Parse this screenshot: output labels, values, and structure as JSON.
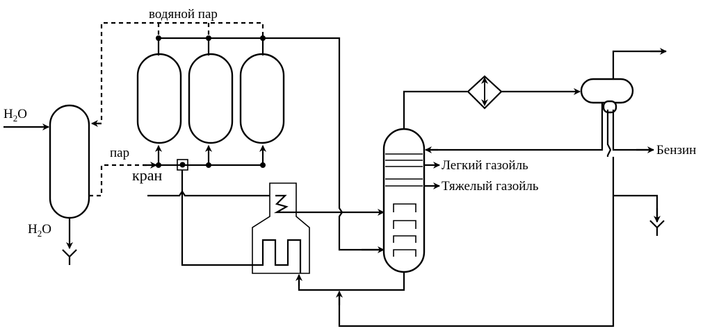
{
  "labels": {
    "water_in": "H",
    "water_in_sub": "2",
    "water_in_tail": "O",
    "water_out": "H",
    "water_out_sub": "2",
    "water_out_tail": "O",
    "steam_top": "водяной пар",
    "steam": "пар",
    "valve": "кран",
    "light_gasoil": "Легкий газойль",
    "heavy_gasoil": "Тяжелый газойль",
    "gasoline": "Бензин"
  }
}
